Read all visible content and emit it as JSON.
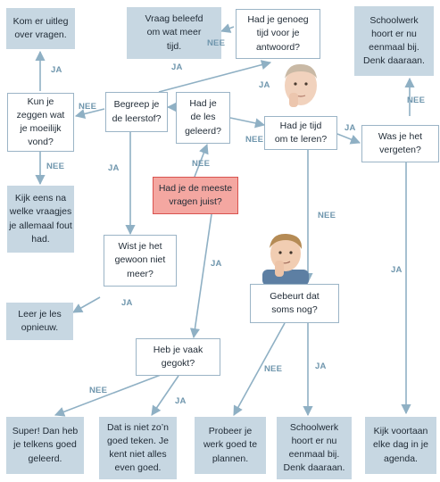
{
  "nodes": {
    "kom_er_uitleg": "Kom er uitleg\nover vragen.",
    "vraag_beleefd": "Vraag beleefd\nom wat meer\ntijd.",
    "genoeg_tijd": "Had je genoeg\ntijd voor je\nantwoord?",
    "schoolwerk_top": "Schoolwerk\nhoort er nu\neenmaal bij.\nDenk daaraan.",
    "kun_je_zeggen": "Kun je\nzeggen wat\nje moeilijk\nvond?",
    "begreep": "Begreep je\nde leerstof?",
    "les_geleerd": "Had je\nde les\ngeleerd?",
    "tijd_leren": "Had je tijd\nom te leren?",
    "vergeten": "Was je het\nvergeten?",
    "kijk_eens": "Kijk eens na\nwelke vraagjes\nje allemaal fout\nhad.",
    "meeste_juist": "Had je de meeste\nvragen juist?",
    "wist_niet_meer": "Wist je het\ngewoon niet\nmeer?",
    "leer_opnieuw": "Leer je les\nopnieuw.",
    "gebeurt_soms": "Gebeurt dat\nsoms nog?",
    "gegokt": "Heb je vaak\ngegokt?",
    "super": "Super! Dan heb\nje telkens goed\ngeleerd.",
    "niet_zo_goed": "Dat is niet zo’n\ngoed teken. Je\nkent niet alles\neven goed.",
    "probeer": "Probeer je\nwerk goed te\nplannen.",
    "schoolwerk_bottom": "Schoolwerk\nhoort er nu\neenmaal bij.\nDenk daaraan.",
    "kijk_voortaan": "Kijk voortaan\nelke dag in je\nagenda."
  },
  "edge_labels": {
    "yes": "JA",
    "no": "NEE"
  },
  "colors": {
    "arrow": "#8fb0c4",
    "answer_box": "#c7d7e2",
    "question_border": "#9bb4c6",
    "start_box": "#f4a7a1",
    "start_border": "#d9534f",
    "label": "#6f96ad"
  }
}
